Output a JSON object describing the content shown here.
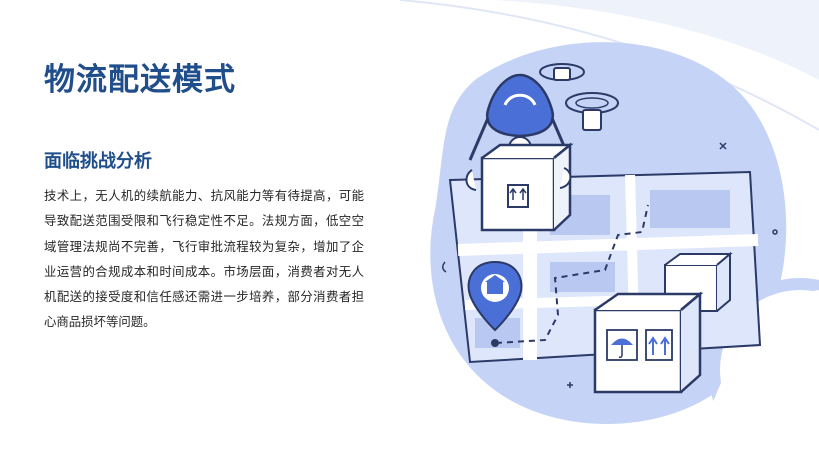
{
  "slide": {
    "title": "物流配送模式",
    "subtitle": "面临挑战分析",
    "body": "技术上，无人机的续航能力、抗风能力等有待提高，可能导致配送范围受限和飞行稳定性不足。法规方面，低空空域管理法规尚不完善，飞行审批流程较为复杂，增加了企业运营的合规成本和时间成本。市场层面，消费者对无人机配送的接受度和信任感还需进一步培养，部分消费者担心商品损坏等问题。"
  },
  "illustration": {
    "subject": "drone delivering parcel over city map",
    "icons": [
      "drone-icon",
      "package-box-icon",
      "map-pin-icon",
      "umbrella-symbol-icon",
      "this-side-up-arrows-icon"
    ],
    "colors": {
      "accent": "#1f4e8a",
      "blob": "#c5d3f6",
      "stroke": "#2b3a67",
      "map_light": "#dde6fb",
      "blue_mid": "#4a6fd6",
      "white": "#ffffff"
    }
  }
}
